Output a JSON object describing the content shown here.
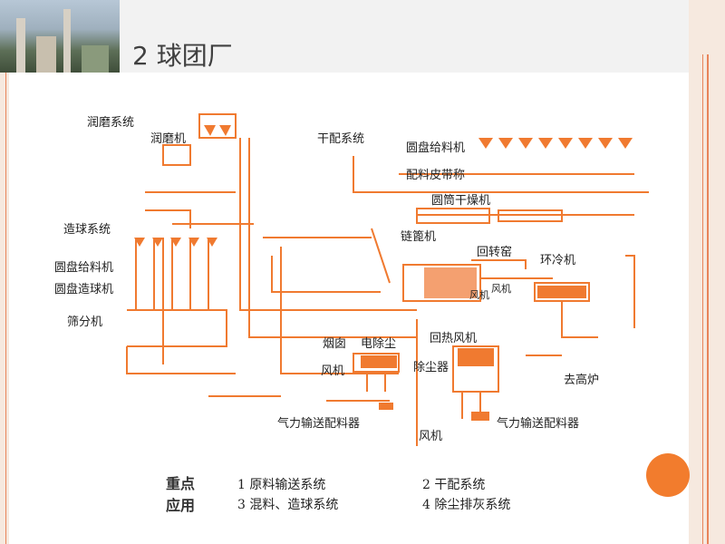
{
  "slide": {
    "title": "2 球团厂"
  },
  "diagram": {
    "labels": {
      "runmo_system": "润磨系统",
      "runmo_machine": "润磨机",
      "ganpei_system": "干配系统",
      "disc_feeder_top": "圆盘给料机",
      "belt_scale": "配料皮带称",
      "drum_dryer": "圆筒干燥机",
      "pelletizing_system": "造球系统",
      "disc_feeder_left": "圆盘给料机",
      "disc_pelletizer": "圆盘造球机",
      "grate": "链篦机",
      "rotary_kiln": "回转窑",
      "annular_cooler": "环冷机",
      "screen": "筛分机",
      "chimney": "烟囱",
      "esp": "电除尘",
      "fan_left": "风机",
      "fan_a": "风机",
      "fan_b": "风机",
      "reheat_fan": "回热风机",
      "dust_collector": "除尘器",
      "to_blast_furnace": "去高炉",
      "pneumatic_left": "气力输送配料器",
      "pneumatic_right": "气力输送配料器",
      "fan_bottom": "风机"
    }
  },
  "bottom": {
    "heading_line1": "重点",
    "heading_line2": "应用",
    "items": [
      "1 原料输送系统",
      "2 干配系统",
      "3 混料、造球系统",
      "4 除尘排灰系统"
    ]
  },
  "colors": {
    "accent": "#f27c2d",
    "line": "#e8845a",
    "diagram": "#f07a30"
  }
}
